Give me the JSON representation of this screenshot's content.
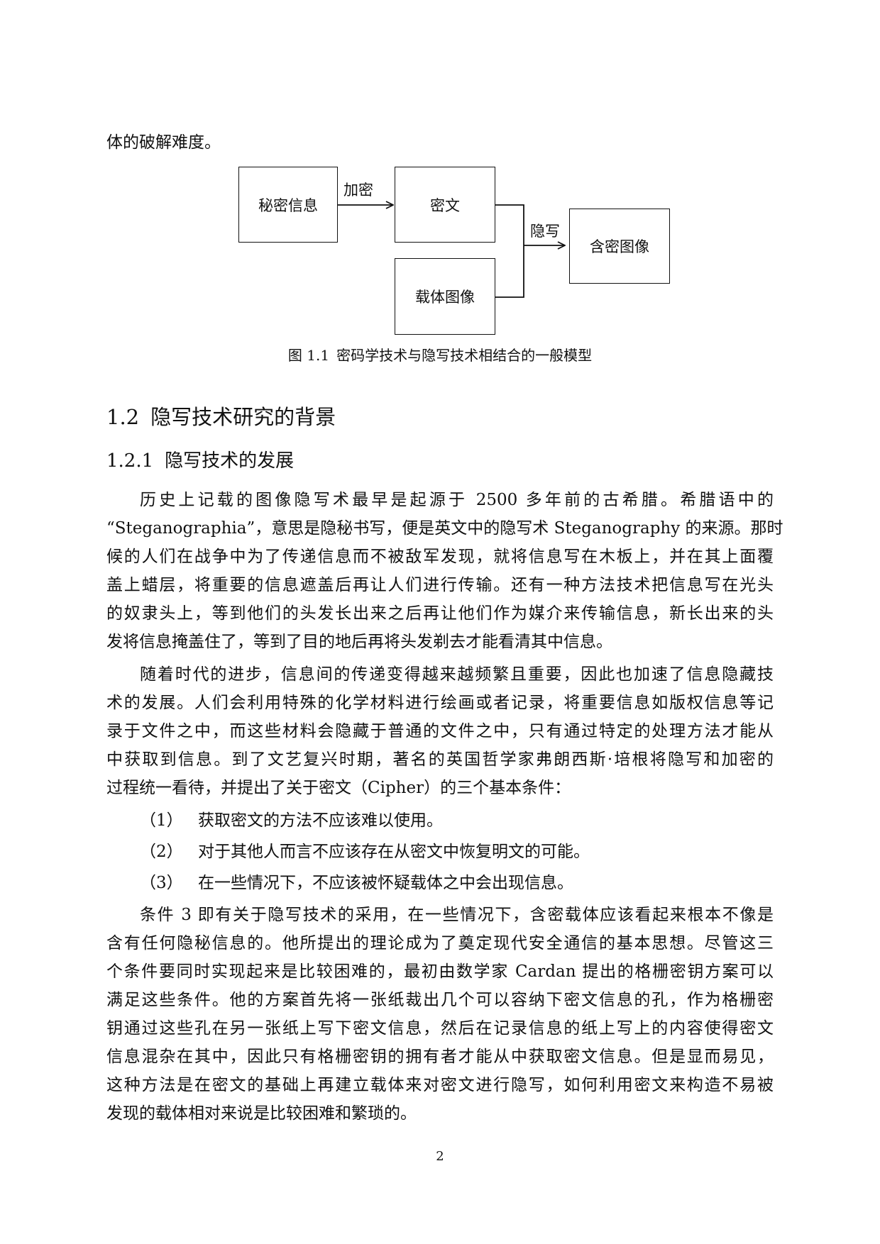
{
  "intro_line": "体的破解难度。",
  "figure": {
    "boxes": {
      "secret_info": "秘密信息",
      "ciphertext": "密文",
      "cover_image": "载体图像",
      "stego_image": "含密图像"
    },
    "edges": {
      "encrypt": "加密",
      "hide": "隐写"
    },
    "caption_number": "图  1.1",
    "caption_text": "密码学技术与隐写技术相结合的一般模型"
  },
  "section": {
    "number": "1.2",
    "title": "隐写技术研究的背景"
  },
  "subsection": {
    "number": "1.2.1",
    "title": "隐写技术的发展"
  },
  "paragraph1": [
    "历史上记载的图像隐写术最早是起源于 2500 多年前的古希腊。希腊语中的",
    "“Steganographia”，意思是隐秘书写，便是英文中的隐写术 Steganography 的来源。那时",
    "候的人们在战争中为了传递信息而不被敌军发现，就将信息写在木板上，并在其上面覆",
    "盖上蜡层，将重要的信息遮盖后再让人们进行传输。还有一种方法技术把信息写在光头",
    "的奴隶头上，等到他们的头发长出来之后再让他们作为媒介来传输信息，新长出来的头",
    "发将信息掩盖住了，等到了目的地后再将头发剃去才能看清其中信息。"
  ],
  "paragraph2": [
    "随着时代的进步，信息间的传递变得越来越频繁且重要，因此也加速了信息隐藏技",
    "术的发展。人们会利用特殊的化学材料进行绘画或者记录，将重要信息如版权信息等记",
    "录于文件之中，而这些材料会隐藏于普通的文件之中，只有通过特定的处理方法才能从",
    "中获取到信息。到了文艺复兴时期，著名的英国哲学家弗朗西斯·培根将隐写和加密的",
    "过程统一看待，并提出了关于密文（Cipher）的三个基本条件："
  ],
  "conditions": [
    {
      "marker": "（1）",
      "text": "获取密文的方法不应该难以使用。"
    },
    {
      "marker": "（2）",
      "text": "对于其他人而言不应该存在从密文中恢复明文的可能。"
    },
    {
      "marker": "（3）",
      "text": "在一些情况下，不应该被怀疑载体之中会出现信息。"
    }
  ],
  "paragraph3": [
    "条件 3 即有关于隐写技术的采用，在一些情况下，含密载体应该看起来根本不像是",
    "含有任何隐秘信息的。他所提出的理论成为了奠定现代安全通信的基本思想。尽管这三",
    "个条件要同时实现起来是比较困难的，最初由数学家 Cardan 提出的格栅密钥方案可以",
    "满足这些条件。他的方案首先将一张纸裁出几个可以容纳下密文信息的孔，作为格栅密",
    "钥通过这些孔在另一张纸上写下密文信息，然后在记录信息的纸上写上的内容使得密文",
    "信息混杂在其中，因此只有格栅密钥的拥有者才能从中获取密文信息。但是显而易见，",
    "这种方法是在密文的基础上再建立载体来对密文进行隐写，如何利用密文来构造不易被",
    "发现的载体相对来说是比较困难和繁琐的。"
  ],
  "page_number": "2"
}
